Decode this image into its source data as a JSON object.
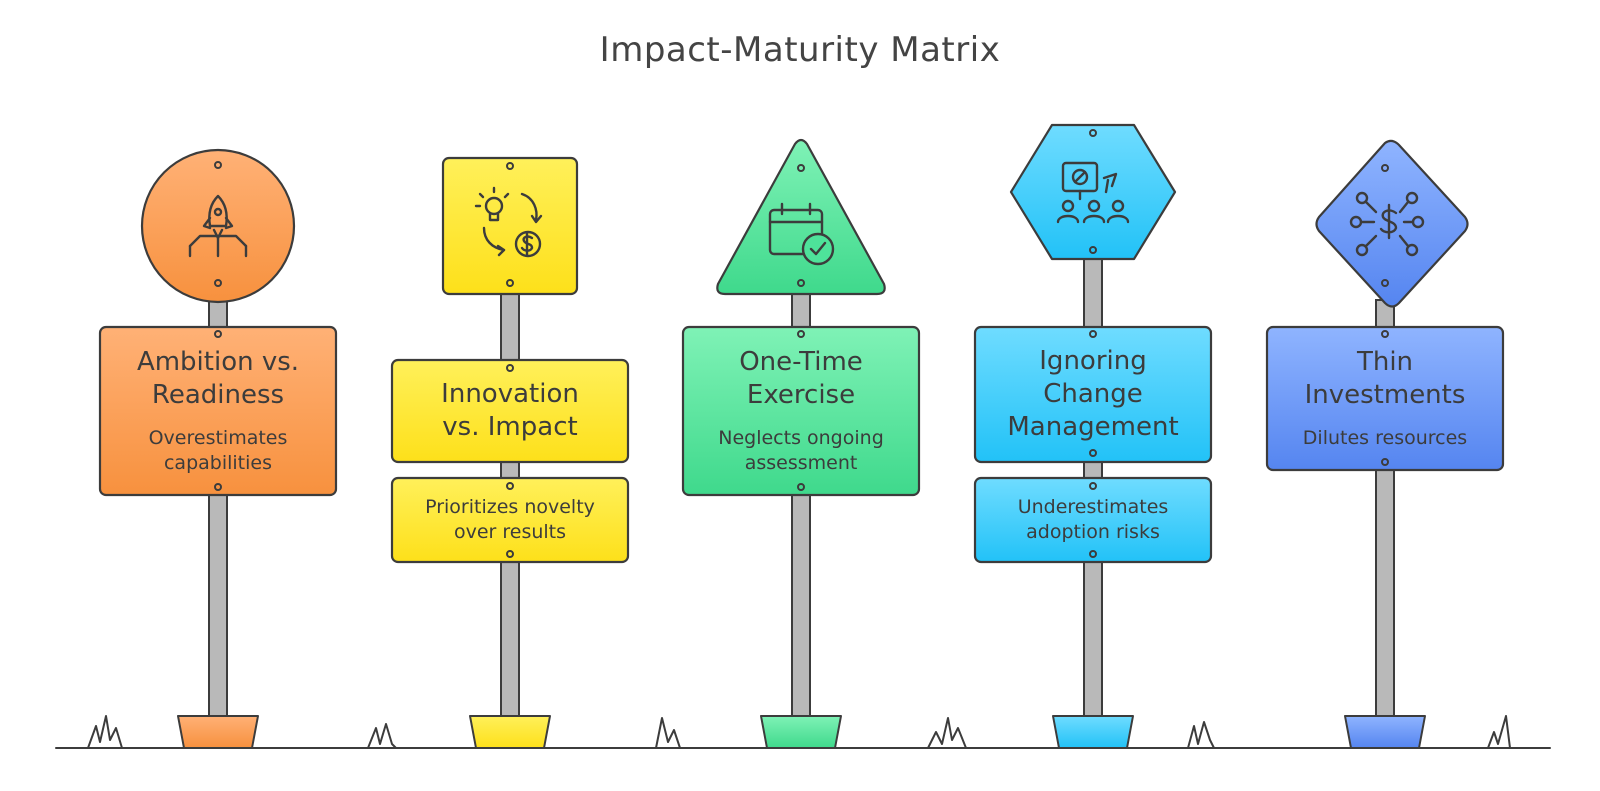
{
  "title": "Impact-Maturity Matrix",
  "signs": [
    {
      "heading_lines": [
        "Ambition vs.",
        "Readiness"
      ],
      "description_lines": [
        "Overestimates",
        "capabilities"
      ],
      "icon": "rocket-launch-icon",
      "shape": "circle",
      "color_top": "#ffb176",
      "color_bottom": "#f7913e"
    },
    {
      "heading_lines": [
        "Innovation",
        "vs. Impact"
      ],
      "description_lines": [
        "Prioritizes novelty",
        "over results"
      ],
      "icon": "idea-to-money-icon",
      "shape": "square",
      "color_top": "#fff05a",
      "color_bottom": "#fde01a"
    },
    {
      "heading_lines": [
        "One-Time",
        "Exercise"
      ],
      "description_lines": [
        "Neglects ongoing",
        "assessment"
      ],
      "icon": "calendar-check-icon",
      "shape": "triangle",
      "color_top": "#7ff2b6",
      "color_bottom": "#3fd98c"
    },
    {
      "heading_lines": [
        "Ignoring",
        "Change",
        "Management"
      ],
      "description_lines": [
        "Underestimates",
        "adoption risks"
      ],
      "icon": "protest-group-icon",
      "shape": "hexagon",
      "color_top": "#6fdcff",
      "color_bottom": "#22c2f7"
    },
    {
      "heading_lines": [
        "Thin",
        "Investments"
      ],
      "description_lines": [
        "Dilutes resources"
      ],
      "icon": "dollar-network-icon",
      "shape": "diamond",
      "color_top": "#8fb4ff",
      "color_bottom": "#5585f0"
    }
  ]
}
